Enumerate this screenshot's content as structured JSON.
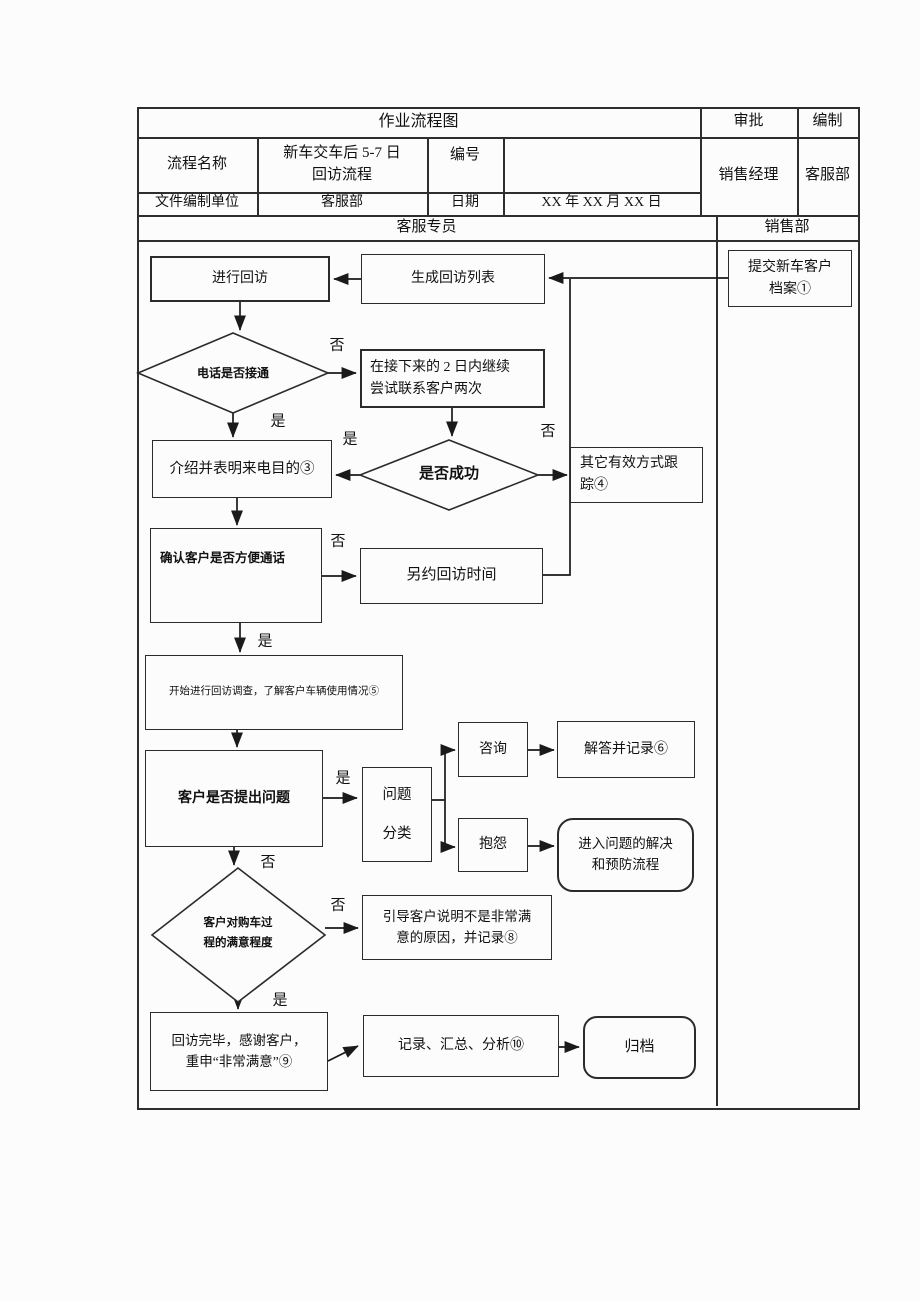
{
  "header": {
    "title": "作业流程图",
    "approval_label": "审批",
    "compile_label": "编制",
    "process_name_label": "流程名称",
    "process_name_value": "新车交车后 5-7 日\n回访流程",
    "number_label": "编号",
    "approver": "销售经理",
    "compiler": "客服部",
    "unit_label": "文件编制单位",
    "unit_value": "客服部",
    "date_label": "日期",
    "date_value": "XX 年 XX 月 XX 日"
  },
  "lanes": {
    "left": "客服专员",
    "right": "销售部"
  },
  "nodes": {
    "submit_archive": "提交新车客户\n档案①",
    "generate_list": "生成回访列表",
    "conduct_visit": "进行回访",
    "phone_connected": "电话是否接通",
    "retry_contact": "在接下来的 2 日内继续\n尝试联系客户两次",
    "success": "是否成功",
    "introduce": "介绍并表明来电目的③",
    "other_tracking": "其它有效方式跟\n踪④",
    "confirm_convenient": "确认客户是否方便通话",
    "reschedule": "另约回访时间",
    "start_survey": "开始进行回访调查，了解客户车辆使用情况⑤",
    "raise_question": "客户是否提出问题",
    "classify_top": "问题",
    "classify_bottom": "分类",
    "consult": "咨询",
    "answer_record": "解答并记录⑥",
    "complaint": "抱怨",
    "problem_solving": "进入问题的解决\n和预防流程",
    "satisfaction": "客户对购车过\n程的满意程度",
    "guide_explain": "引导客户说明不是非常满\n意的原因，并记录⑧",
    "finish_visit": "回访完毕，感谢客户，\n重申“非常满意”⑨",
    "record_summary": "记录、汇总、分析⑩",
    "archive": "归档"
  },
  "labels": {
    "yes": "是",
    "no": "否"
  },
  "colors": {
    "line": "#1a1a1a",
    "border": "#2b2b2b",
    "background": "#fcfcfc"
  }
}
